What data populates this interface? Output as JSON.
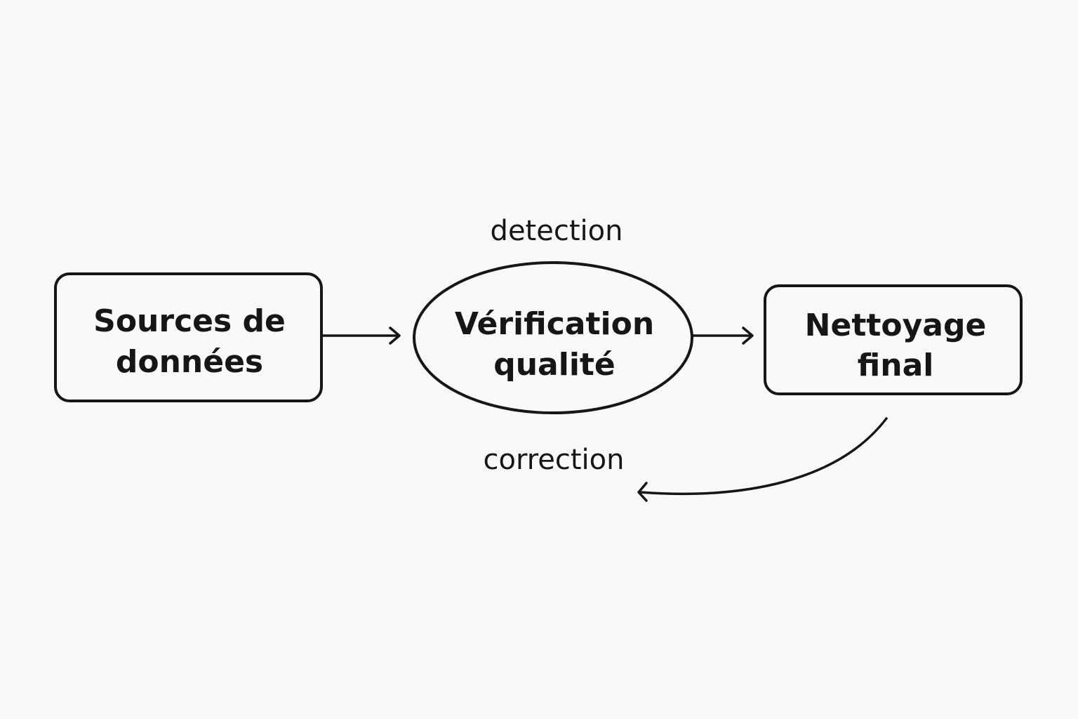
{
  "nodes": {
    "sources": {
      "line1": "Sources de",
      "line2": "données"
    },
    "verification": {
      "line1": "Vérification",
      "line2": "qualité"
    },
    "nettoyage": {
      "line1": "Nettoyage",
      "line2": "final"
    }
  },
  "edges": {
    "detection_label": "detection",
    "correction_label": "correction"
  },
  "colors": {
    "background": "#f9f9f8",
    "stroke": "#161616"
  }
}
